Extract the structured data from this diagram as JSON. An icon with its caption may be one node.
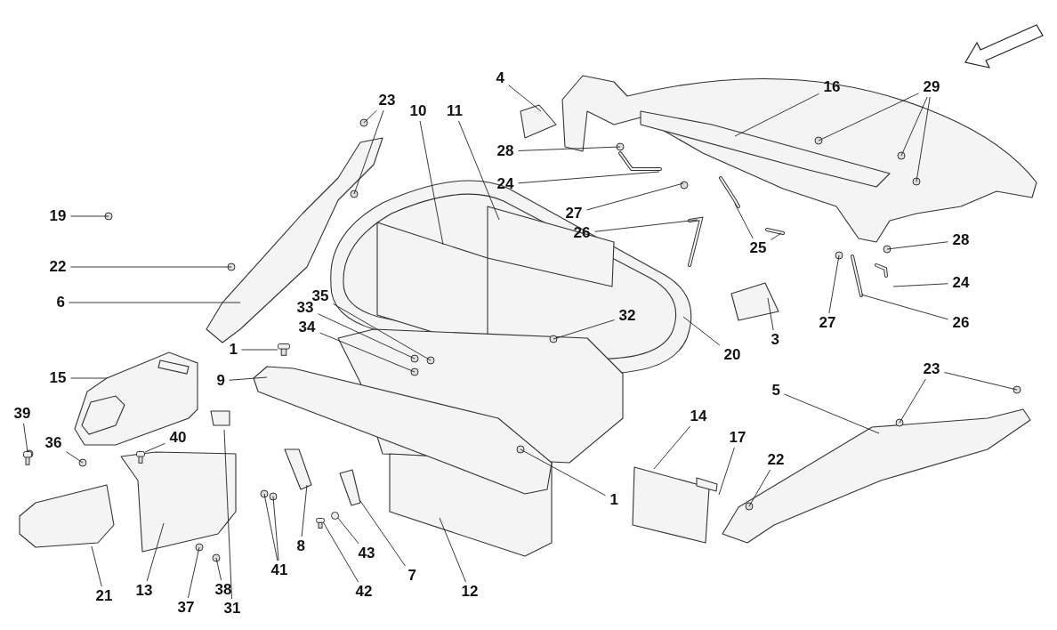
{
  "diagram": {
    "nodes": [
      {
        "text": [
          "4"
        ]
      },
      {
        "text": [
          "23"
        ]
      },
      {
        "text": [
          "10"
        ]
      },
      {
        "text": [
          "11"
        ]
      },
      {
        "text": [
          "16"
        ]
      },
      {
        "text": [
          "29"
        ]
      },
      {
        "text": [
          "28"
        ]
      },
      {
        "text": [
          "24"
        ]
      },
      {
        "text": [
          "27"
        ]
      },
      {
        "text": [
          "19"
        ]
      },
      {
        "text": [
          "26"
        ]
      },
      {
        "text": [
          "25"
        ]
      },
      {
        "text": [
          "28"
        ]
      },
      {
        "text": [
          "22"
        ]
      },
      {
        "text": [
          "24"
        ]
      },
      {
        "text": [
          "6"
        ]
      },
      {
        "text": [
          "26"
        ]
      },
      {
        "text": [
          "3"
        ]
      },
      {
        "text": [
          "27"
        ]
      },
      {
        "text": [
          "32"
        ]
      },
      {
        "text": [
          "35"
        ]
      },
      {
        "text": [
          "33"
        ]
      },
      {
        "text": [
          "1"
        ]
      },
      {
        "text": [
          "34"
        ]
      },
      {
        "text": [
          "9"
        ]
      },
      {
        "text": [
          "20"
        ]
      },
      {
        "text": [
          "15"
        ]
      },
      {
        "text": [
          "39"
        ]
      },
      {
        "text": [
          "36"
        ]
      },
      {
        "text": [
          "40"
        ]
      },
      {
        "text": [
          "5"
        ]
      },
      {
        "text": [
          "23"
        ]
      },
      {
        "text": [
          "14"
        ]
      },
      {
        "text": [
          "17"
        ]
      },
      {
        "text": [
          "1"
        ]
      },
      {
        "text": [
          "22"
        ]
      },
      {
        "text": [
          "21"
        ]
      },
      {
        "text": [
          "13"
        ]
      },
      {
        "text": [
          "37"
        ]
      },
      {
        "text": [
          "38"
        ]
      },
      {
        "text": [
          "31"
        ]
      },
      {
        "text": [
          "8"
        ]
      },
      {
        "text": [
          "41"
        ]
      },
      {
        "text": [
          "43"
        ]
      },
      {
        "text": [
          "42"
        ]
      },
      {
        "text": [
          "7"
        ]
      },
      {
        "text": [
          "12"
        ]
      },
      {
        "text": [],
        "shape": "picture"
      },
      {
        "text": [],
        "shape": "picture"
      },
      {
        "text": [],
        "shape": "picture"
      },
      {
        "text": [],
        "shape": "circle"
      },
      {
        "text": [],
        "shape": "picture"
      },
      {
        "text": [],
        "shape": "picture"
      }
    ],
    "edges": [
      {
        "from": 0,
        "to": null,
        "arrow": "none"
      },
      {
        "from": 1,
        "to": null,
        "arrow": "none"
      },
      {
        "from": 1,
        "to": null,
        "arrow": "none"
      },
      {
        "from": 2,
        "to": null,
        "arrow": "none"
      },
      {
        "from": 3,
        "to": null,
        "arrow": "none"
      },
      {
        "from": 4,
        "to": null,
        "arrow": "none"
      },
      {
        "from": 5,
        "to": null,
        "arrow": "none"
      },
      {
        "from": 5,
        "to": null,
        "arrow": "none"
      },
      {
        "from": 5,
        "to": null,
        "arrow": "none"
      },
      {
        "from": 6,
        "to": null,
        "arrow": "none"
      },
      {
        "from": 7,
        "to": null,
        "arrow": "none"
      },
      {
        "from": 8,
        "to": null,
        "arrow": "none"
      },
      {
        "from": 9,
        "to": null,
        "arrow": "none"
      },
      {
        "from": 10,
        "to": null,
        "arrow": "none"
      },
      {
        "from": 11,
        "to": null,
        "arrow": "none"
      },
      {
        "from": 11,
        "to": null,
        "arrow": "none"
      },
      {
        "from": 12,
        "to": null,
        "arrow": "none"
      },
      {
        "from": 13,
        "to": null,
        "arrow": "none"
      },
      {
        "from": 14,
        "to": null,
        "arrow": "none"
      },
      {
        "from": 15,
        "to": null,
        "arrow": "none"
      },
      {
        "from": 16,
        "to": null,
        "arrow": "none"
      },
      {
        "from": 17,
        "to": null,
        "arrow": "none"
      },
      {
        "from": 18,
        "to": null,
        "arrow": "none"
      },
      {
        "from": 19,
        "to": null,
        "arrow": "none"
      },
      {
        "from": 20,
        "to": null,
        "arrow": "none"
      },
      {
        "from": 21,
        "to": null,
        "arrow": "none"
      },
      {
        "from": 22,
        "to": 47,
        "arrow": "none"
      },
      {
        "from": 23,
        "to": null,
        "arrow": "none"
      },
      {
        "from": 24,
        "to": null,
        "arrow": "none"
      },
      {
        "from": 25,
        "to": null,
        "arrow": "none"
      },
      {
        "from": 26,
        "to": 51,
        "arrow": "none"
      },
      {
        "from": 27,
        "to": 48,
        "arrow": "none"
      },
      {
        "from": 28,
        "to": null,
        "arrow": "none"
      },
      {
        "from": 29,
        "to": 52,
        "arrow": "none"
      },
      {
        "from": 30,
        "to": null,
        "arrow": "none"
      },
      {
        "from": 31,
        "to": null,
        "arrow": "none"
      },
      {
        "from": 31,
        "to": null,
        "arrow": "none"
      },
      {
        "from": 32,
        "to": null,
        "arrow": "none"
      },
      {
        "from": 33,
        "to": null,
        "arrow": "none"
      },
      {
        "from": 34,
        "to": null,
        "arrow": "none"
      },
      {
        "from": 35,
        "to": null,
        "arrow": "none"
      },
      {
        "from": 36,
        "to": null,
        "arrow": "none"
      },
      {
        "from": 37,
        "to": null,
        "arrow": "none"
      },
      {
        "from": 38,
        "to": null,
        "arrow": "none"
      },
      {
        "from": 39,
        "to": null,
        "arrow": "none"
      },
      {
        "from": 40,
        "to": null,
        "arrow": "none"
      },
      {
        "from": 41,
        "to": null,
        "arrow": "none"
      },
      {
        "from": 42,
        "to": null,
        "arrow": "none"
      },
      {
        "from": 42,
        "to": null,
        "arrow": "none"
      },
      {
        "from": 43,
        "to": 50,
        "arrow": "none"
      },
      {
        "from": 44,
        "to": 49,
        "arrow": "none"
      },
      {
        "from": 45,
        "to": null,
        "arrow": "none"
      },
      {
        "from": 46,
        "to": null,
        "arrow": "none"
      }
    ]
  }
}
